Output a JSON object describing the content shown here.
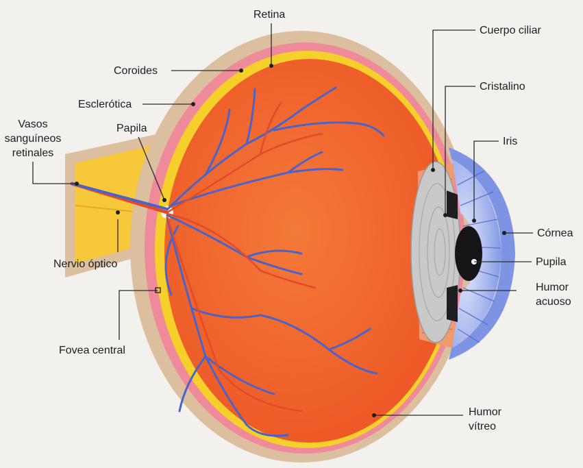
{
  "labels": {
    "retina": "Retina",
    "coroides": "Coroides",
    "esclerotica": "Esclerótica",
    "vasos_1": "Vasos",
    "vasos_2": "sanguíneos",
    "vasos_3": "retinales",
    "papila": "Papila",
    "nervio_optico": "Nervio óptico",
    "fovea_central": "Fovea central",
    "cuerpo_ciliar": "Cuerpo ciliar",
    "cristalino": "Cristalino",
    "iris": "Iris",
    "cornea": "Córnea",
    "pupila": "Pupila",
    "humor_acuoso_1": "Humor",
    "humor_acuoso_2": "acuoso",
    "humor_vitreo_1": "Humor",
    "humor_vitreo_2": "vítreo"
  },
  "colors": {
    "background": "#f3f1ee",
    "sclera": "#dcbf9f",
    "choroid": "#ee8a9a",
    "retina": "#f5d02a",
    "vitreous": "#f2622a",
    "vessels": "#4a63c9",
    "lens": "#c9c9c9",
    "iris": "#8fa4ea",
    "optic_nerve": "#f6c83a",
    "label_text": "#1d1d1d",
    "leader_line": "#2a2a2a"
  }
}
